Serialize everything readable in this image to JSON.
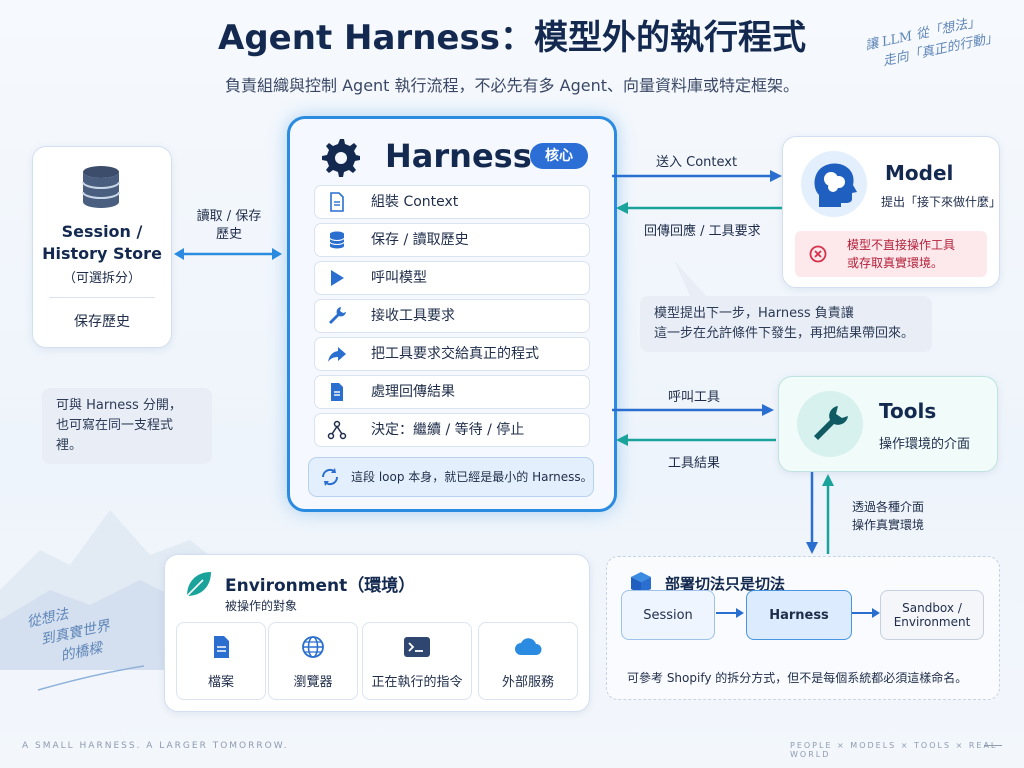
{
  "title": "Agent Harness：模型外的執行程式",
  "subtitle": "負責組織與控制 Agent 執行流程，不必先有多 Agent、向量資料庫或特定框架。",
  "top_note": {
    "line1": "讓 LLM 從「想法」",
    "line2": "走向「真正的行動」"
  },
  "session": {
    "title_line1": "Session /",
    "title_line2": "History Store",
    "optional": "（可選拆分）",
    "desc": "保存歷史",
    "note_line1": "可與 Harness 分開，",
    "note_line2": "也可寫在同一支程式裡。"
  },
  "session_arrow_label_line1": "讀取 / 保存",
  "session_arrow_label_line2": "歷史",
  "harness": {
    "title": "Harness",
    "badge": "核心",
    "steps": [
      {
        "label": "組裝 Context",
        "icon": "document-icon"
      },
      {
        "label": "保存 / 讀取歷史",
        "icon": "database-icon"
      },
      {
        "label": "呼叫模型",
        "icon": "play-icon"
      },
      {
        "label": "接收工具要求",
        "icon": "wrench-icon"
      },
      {
        "label": "把工具要求交給真正的程式",
        "icon": "forward-arrow-icon"
      },
      {
        "label": "處理回傳結果",
        "icon": "file-icon"
      },
      {
        "label": "決定：繼續 / 等待 / 停止",
        "icon": "branch-icon"
      }
    ],
    "loop_note": "這段 loop 本身，就已經是最小的 Harness。"
  },
  "model": {
    "title": "Model",
    "desc": "提出「接下來做什麼」",
    "warning_line1": "模型不直接操作工具",
    "warning_line2": "或存取真實環境。",
    "arrow_to": "送入 Context",
    "arrow_from": "回傳回應 / 工具要求",
    "note_line1": "模型提出下一步，Harness 負責讓",
    "note_line2": "這一步在允許條件下發生，再把結果帶回來。"
  },
  "tools": {
    "title": "Tools",
    "desc": "操作環境的介面",
    "arrow_to": "呼叫工具",
    "arrow_from": "工具結果",
    "env_label_line1": "透過各種介面",
    "env_label_line2": "操作真實環境"
  },
  "environment": {
    "title": "Environment（環境）",
    "desc": "被操作的對象",
    "items": [
      {
        "label": "檔案",
        "icon": "file-icon"
      },
      {
        "label": "瀏覽器",
        "icon": "globe-icon"
      },
      {
        "label": "正在執行的指令",
        "icon": "terminal-icon"
      },
      {
        "label": "外部服務",
        "icon": "cloud-icon"
      }
    ]
  },
  "deploy": {
    "title": "部署切法只是切法",
    "boxes": [
      "Session",
      "Harness",
      "Sandbox / Environment"
    ],
    "note": "可參考 Shopify 的拆分方式，但不是每個系統都必須這樣命名。"
  },
  "bottom_note": {
    "line1": "從想法",
    "line2": "到真實世界",
    "line3": "的橋樑"
  },
  "footer_left": "A SMALL HARNESS. A LARGER TOMORROW.",
  "footer_right": "PEOPLE × MODELS × TOOLS × REAL WORLD",
  "colors": {
    "accent": "#2a8be0",
    "teal": "#1aa39a",
    "warning": "#d8324a",
    "title": "#13294f"
  }
}
